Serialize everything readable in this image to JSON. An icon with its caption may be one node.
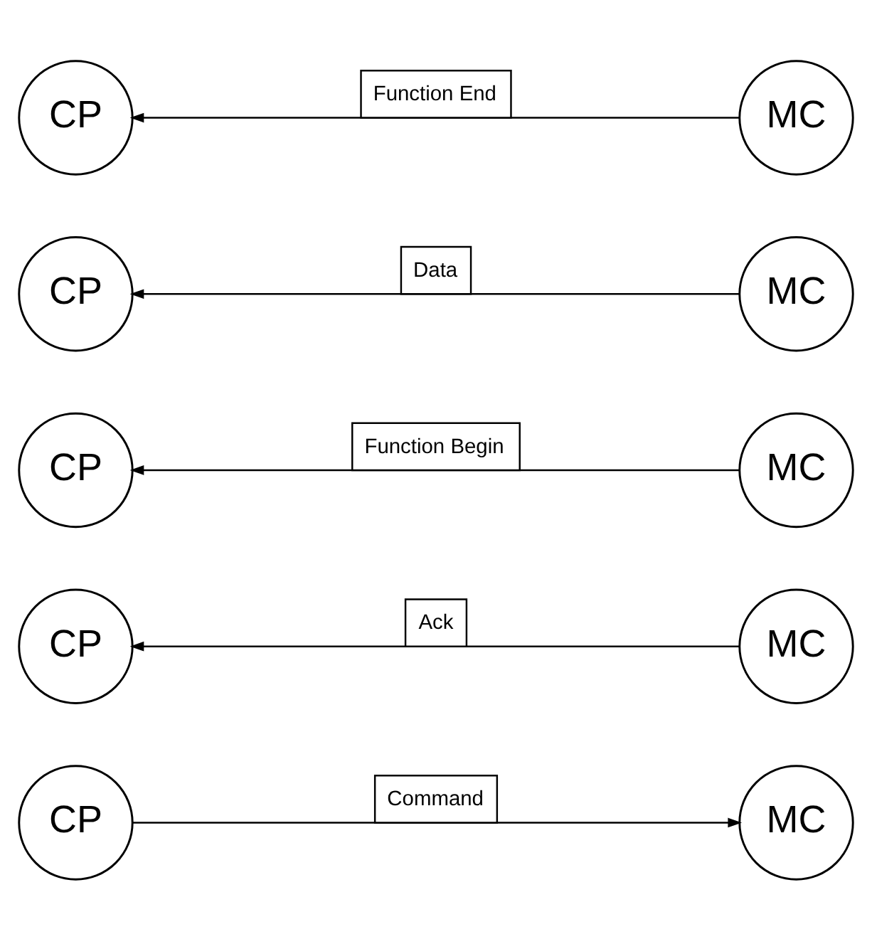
{
  "diagram": {
    "nodes": [
      {
        "text": [
          "CP"
        ]
      },
      {
        "text": [
          "MC"
        ]
      },
      {
        "text": [
          "CP"
        ]
      },
      {
        "text": [
          "MC"
        ]
      },
      {
        "text": [
          "CP"
        ]
      },
      {
        "text": [
          "MC"
        ]
      },
      {
        "text": [
          "CP"
        ]
      },
      {
        "text": [
          "MC"
        ]
      },
      {
        "text": [
          "CP"
        ]
      },
      {
        "text": [
          "MC"
        ]
      }
    ],
    "edges": [
      {
        "from": 0,
        "to": 1,
        "arrow": "to",
        "label": "Command"
      },
      {
        "from": 3,
        "to": 2,
        "arrow": "to",
        "label": "Ack"
      },
      {
        "from": 5,
        "to": 4,
        "arrow": "to",
        "label": "Function Begin"
      },
      {
        "from": 7,
        "to": 6,
        "arrow": "to",
        "label": "Data"
      },
      {
        "from": 9,
        "to": 8,
        "arrow": "to",
        "label": "Function End"
      }
    ]
  }
}
